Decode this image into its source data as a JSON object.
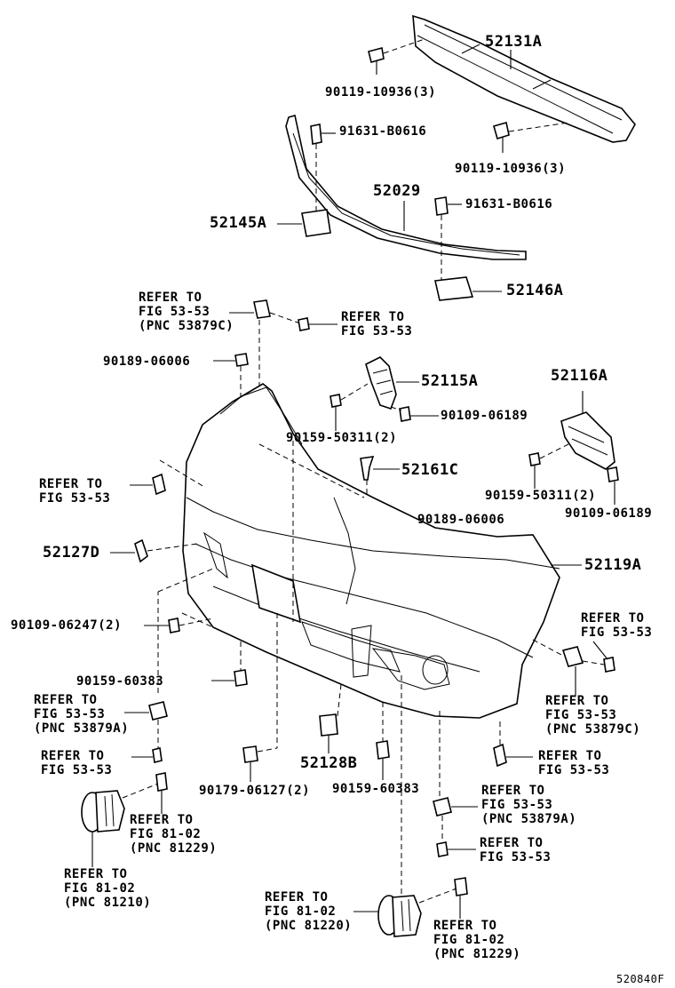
{
  "diagram_id": "520840F",
  "parts": {
    "p52131A": "52131A",
    "p90119_a": "90119-10936(3)",
    "p91631_a": "91631-B0616",
    "p90119_b": "90119-10936(3)",
    "p52029": "52029",
    "p91631_b": "91631-B0616",
    "p52145A": "52145A",
    "p52146A": "52146A",
    "p90189_a": "90189-06006",
    "p52115A": "52115A",
    "p52116A": "52116A",
    "p90109_a": "90109-06189",
    "p90159_a": "90159-50311(2)",
    "p52161C": "52161C",
    "p90159_b": "90159-50311(2)",
    "p90109_b": "90109-06189",
    "p90189_b": "90189-06006",
    "p52127D": "52127D",
    "p52119A": "52119A",
    "p90109_c": "90109-06247(2)",
    "p90159_c": "90159-60383",
    "p52128B": "52128B",
    "p90179": "90179-06127(2)",
    "p90159_d": "90159-60383"
  },
  "refs": {
    "r1": [
      "REFER TO",
      "FIG 53-53",
      "(PNC 53879C)"
    ],
    "r2": [
      "REFER TO",
      "FIG 53-53"
    ],
    "r3": [
      "REFER TO",
      "FIG 53-53"
    ],
    "r4": [
      "REFER TO",
      "FIG 53-53"
    ],
    "r5": [
      "REFER TO",
      "FIG 53-53",
      "(PNC 53879A)"
    ],
    "r6": [
      "REFER TO",
      "FIG 53-53"
    ],
    "r7": [
      "REFER TO",
      "FIG 53-53",
      "(PNC 53879C)"
    ],
    "r8": [
      "REFER TO",
      "FIG 53-53"
    ],
    "r9": [
      "REFER TO",
      "FIG 53-53",
      "(PNC 53879A)"
    ],
    "r10": [
      "REFER TO",
      "FIG 53-53"
    ],
    "r11": [
      "REFER TO",
      "FIG 81-02",
      "(PNC 81229)"
    ],
    "r12": [
      "REFER TO",
      "FIG 81-02",
      "(PNC 81210)"
    ],
    "r13": [
      "REFER TO",
      "FIG 81-02",
      "(PNC 81220)"
    ],
    "r14": [
      "REFER TO",
      "FIG 81-02",
      "(PNC 81229)"
    ]
  }
}
